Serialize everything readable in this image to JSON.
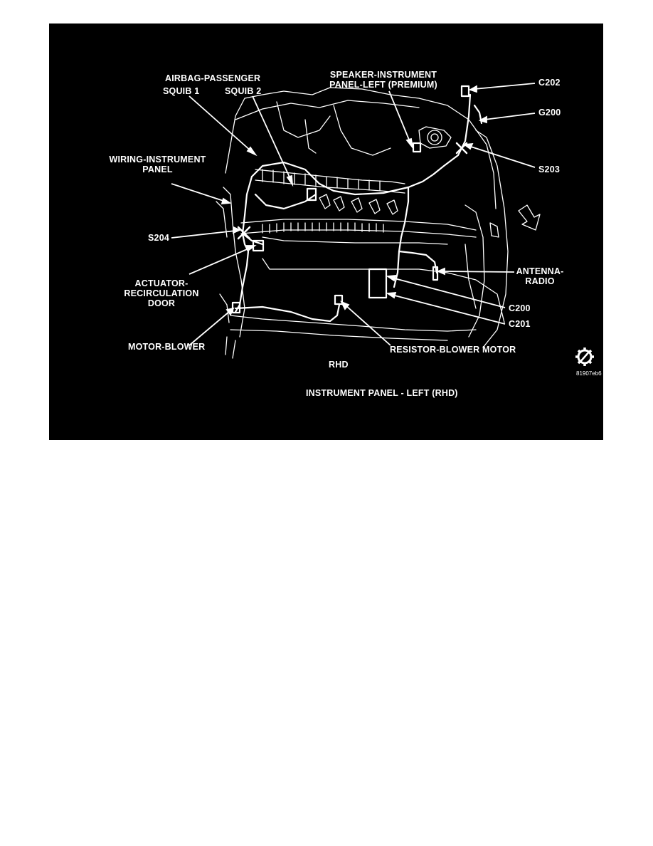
{
  "labels": {
    "airbag_passenger": "AIRBAG-PASSENGER",
    "squib1": "SQUIB 1",
    "squib2": "SQUIB 2",
    "speaker_line1": "SPEAKER-INSTRUMENT",
    "speaker_line2": "PANEL-LEFT (PREMIUM)",
    "c202": "C202",
    "g200": "G200",
    "s203": "S203",
    "wiring_line1": "WIRING-INSTRUMENT",
    "wiring_line2": "PANEL",
    "s204": "S204",
    "antenna_line1": "ANTENNA-",
    "antenna_line2": "RADIO",
    "actuator_line1": "ACTUATOR-",
    "actuator_line2": "RECIRCULATION",
    "actuator_line3": "DOOR",
    "c200": "C200",
    "c201": "C201",
    "motor_blower": "MOTOR-BLOWER",
    "resistor_blower": "RESISTOR-BLOWER MOTOR",
    "rhd": "RHD",
    "caption": "INSTRUMENT PANEL - LEFT (RHD)",
    "figure_code": "81907eb6"
  },
  "icons": [
    "gear-icon",
    "direction-arrow-icon"
  ]
}
